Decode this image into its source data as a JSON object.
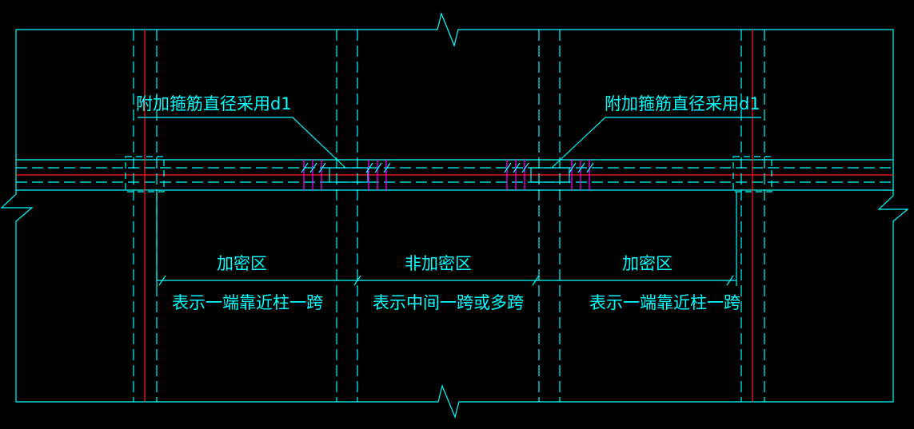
{
  "drawing": {
    "colors": {
      "background": "#000000",
      "line": "#00ffff",
      "axis": "#ff2020",
      "stirrup": "#e000e0"
    },
    "callouts": {
      "left": "附加箍筋直径采用d1",
      "right": "附加箍筋直径采用d1"
    },
    "zones": {
      "left": "加密区",
      "middle": "非加密区",
      "right": "加密区"
    },
    "notes": {
      "left": "表示一端靠近柱一跨",
      "middle": "表示中间一跨或多跨",
      "right": "表示一端靠近柱一跨"
    }
  }
}
